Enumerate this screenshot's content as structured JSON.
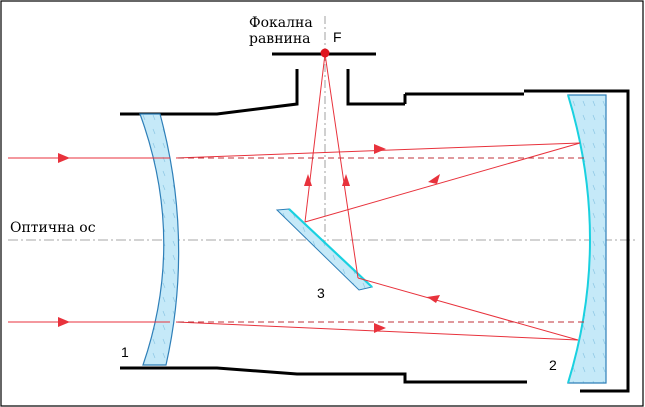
{
  "labels": {
    "focal_plane_line1": "Фокална",
    "focal_plane_line2": "равнина",
    "focus": "F",
    "optical_axis": "Оптична ос",
    "part_1": "1",
    "part_2": "2",
    "part_3": "3"
  },
  "colors": {
    "ray": "#e8323c",
    "frame": "#000000",
    "glass_fill": "#bfe6f7",
    "glass_edge": "#2e7fb8",
    "mirror_edge": "#19d1e0",
    "focus_dot": "#e0141e",
    "axis": "#8a8a8a",
    "dashed": "#c0303a"
  }
}
